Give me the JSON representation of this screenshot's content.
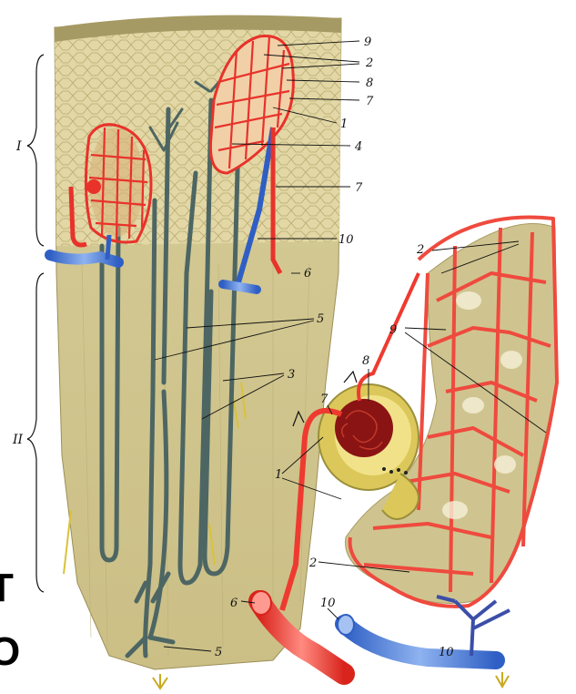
{
  "figure": {
    "labels": {
      "l1a": "1",
      "l1b": "1",
      "l2a": "2",
      "l2b": "2",
      "l2c": "2",
      "l3": "3",
      "l4": "4",
      "l5a": "5",
      "l5b": "5",
      "l6a": "6",
      "l6b": "6",
      "l7a": "7",
      "l7b": "7",
      "l7c": "7",
      "l8a": "8",
      "l8b": "8",
      "l9a": "9",
      "l9b": "9",
      "l10a": "10",
      "l10b": "10",
      "l10c": "10"
    },
    "zones": {
      "cortex": "I",
      "medulla": "II"
    },
    "edge_fragments": {
      "top": "T",
      "bottom": "O"
    }
  },
  "colors": {
    "tissue": "#d9cf9a",
    "tissue_dark": "#c2b57a",
    "artery": "#e8322a",
    "vein": "#3a6fd1",
    "tubule": "#4f6b68",
    "capsule": "#e9d23c",
    "glomerulus": "#8a1414"
  }
}
